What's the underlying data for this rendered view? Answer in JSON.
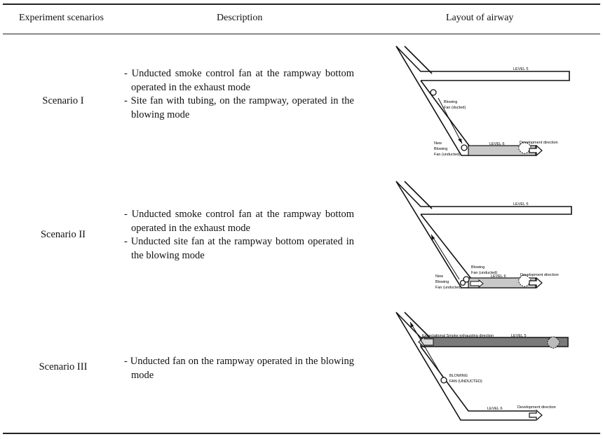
{
  "table": {
    "headers": {
      "scenarios": "Experiment scenarios",
      "description": "Description",
      "layout": "Layout of airway"
    },
    "rows": [
      {
        "scenario": "Scenario I",
        "items": [
          "- Unducted smoke control fan at the rampway bottom operated in the exhaust mode",
          "- Site fan with tubing, on the rampway, operated in the blowing mode"
        ],
        "figure": {
          "level5": "LEVEL 5",
          "level6": "LEVEL 6",
          "fan_a1": "Blowing",
          "fan_a2": "Fan (ducted)",
          "fan_b1": "New",
          "fan_b2": "Blowing",
          "fan_b3": "Fan (unducted)",
          "dev": "Development direction"
        }
      },
      {
        "scenario": "Scenario II",
        "items": [
          "- Unducted smoke control fan at the rampway bottom operated in the exhaust mode",
          "- Unducted site fan at the rampway bottom operated in the blowing mode"
        ],
        "figure": {
          "level5": "LEVEL 5",
          "level6": "LEVEL 6",
          "fan_a1": "Blowing",
          "fan_a2": "Fan (unducted)",
          "fan_b1": "New",
          "fan_b2": "Blowing",
          "fan_b3": "Fan (unducted)",
          "dev": "Development direction"
        }
      },
      {
        "scenario": "Scenario III",
        "items": [
          "- Unducted fan on the rampway operated in the blowing mode"
        ],
        "figure": {
          "level5": "LEVEL 5",
          "level6": "LEVEL 6",
          "smoke": "Expectational Smoke exhausting direction",
          "fan_a1": "BLOWING",
          "fan_a2": "FAN (UNDUCTED)",
          "dev": "Development direction"
        }
      }
    ]
  },
  "colors": {
    "rule": "#222222",
    "duct_fill": "#c8c8c8",
    "smoke_fill": "#7a7a7a"
  }
}
